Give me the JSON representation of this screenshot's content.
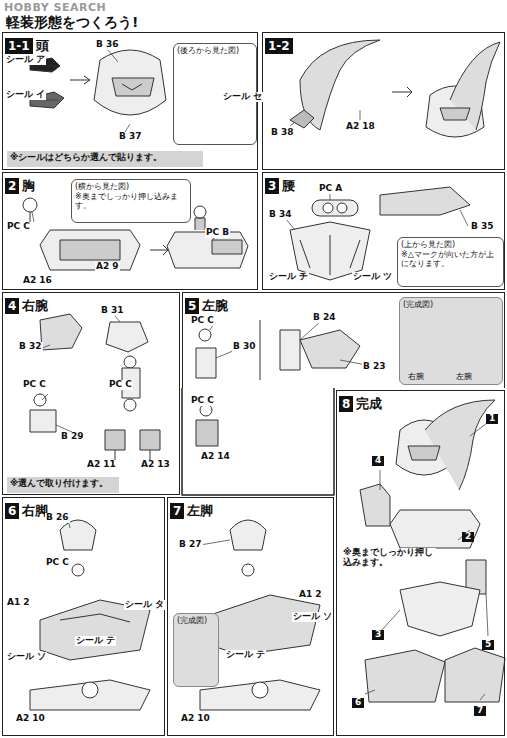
{
  "diagram": {
    "title": "軽装形態をつくろう!",
    "nodes": [
      {
        "text": [
          "1-1",
          "頭"
        ]
      },
      {
        "text": [
          "(後ろから見た図)"
        ],
        "in": 0
      },
      {
        "text": [
          "※シールはどちらか選んで貼ります。"
        ],
        "in": 0
      },
      {
        "text": [
          "1-2"
        ]
      },
      {
        "text": [
          "2",
          "胸"
        ]
      },
      {
        "text": [
          "(横から見た図)",
          "※奥までしっかり押し込みます。"
        ],
        "in": 4
      },
      {
        "text": [
          "3",
          "腰"
        ]
      },
      {
        "text": [
          "(上から見た図)",
          "※△マークが向いた方が上になります。"
        ],
        "in": 6
      },
      {
        "text": [
          "4",
          "右腕"
        ]
      },
      {
        "text": [
          "※選んで取り付けます。"
        ],
        "in": 8
      },
      {
        "text": [
          "5",
          "左腕"
        ]
      },
      {
        "text": [
          "(完成図)",
          "右腕",
          "左腕"
        ],
        "in": 10
      },
      {
        "text": [
          "6",
          "右脚"
        ]
      },
      {
        "text": [
          "7",
          "左脚"
        ]
      },
      {
        "text": [
          "(完成図)"
        ],
        "in": 13
      },
      {
        "text": [
          "8",
          "完成"
        ]
      }
    ],
    "labels": [
      "HOBBY SEARCH",
      "シール ア",
      "シール イ",
      "B 36",
      "B 37",
      "シール セ",
      "B 38",
      "A2 18",
      "PC C",
      "A2 9",
      "A2 16",
      "PC B",
      "PC A",
      "B 35",
      "B 34",
      "シール チ",
      "シール ツ",
      "B 31",
      "B 32",
      "PC C",
      "PC C",
      "B 29",
      "A2 11",
      "A2 13",
      "PC C",
      "B 30",
      "PC C",
      "A2 14",
      "B 24",
      "B 23",
      "B 26",
      "PC C",
      "A1 2",
      "シール タ",
      "シール テ",
      "シール ソ",
      "A2 10",
      "B 27",
      "A1 2",
      "シール ソ",
      "シール テ",
      "A2 10",
      "1",
      "4",
      "2",
      "3",
      "5",
      "6",
      "7",
      "※奥までしっかり押し込みます。"
    ]
  }
}
